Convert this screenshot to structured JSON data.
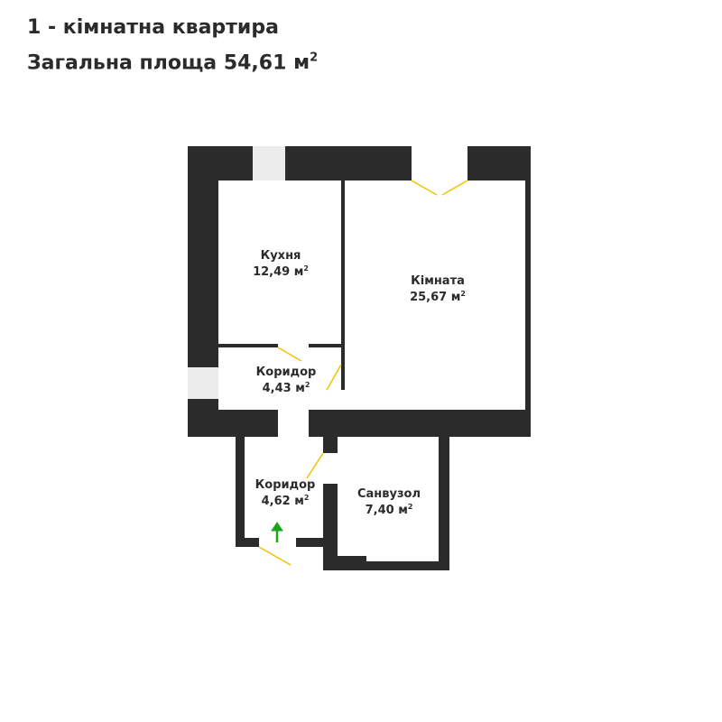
{
  "header": {
    "title": "1 - кімнатна квартира",
    "area_label": "Загальна площа",
    "area_value": "54,61",
    "area_unit": "м",
    "area_unit_power": "2"
  },
  "rooms": {
    "kitchen": {
      "name": "Кухня",
      "area": "12,49 м",
      "power": "2"
    },
    "room": {
      "name": "Кімната",
      "area": "25,67 м",
      "power": "2"
    },
    "corridor1": {
      "name": "Коридор",
      "area": "4,43 м",
      "power": "2"
    },
    "corridor2": {
      "name": "Коридор",
      "area": "4,62 м",
      "power": "2"
    },
    "bathroom": {
      "name": "Санвузол",
      "area": "7,40 м",
      "power": "2"
    }
  },
  "colors": {
    "wall": "#2b2b2b",
    "door": "#f2c200",
    "window": "#ececec",
    "entrance": "#1aa51a"
  },
  "icons": {
    "entrance": "entrance-arrow-icon"
  }
}
